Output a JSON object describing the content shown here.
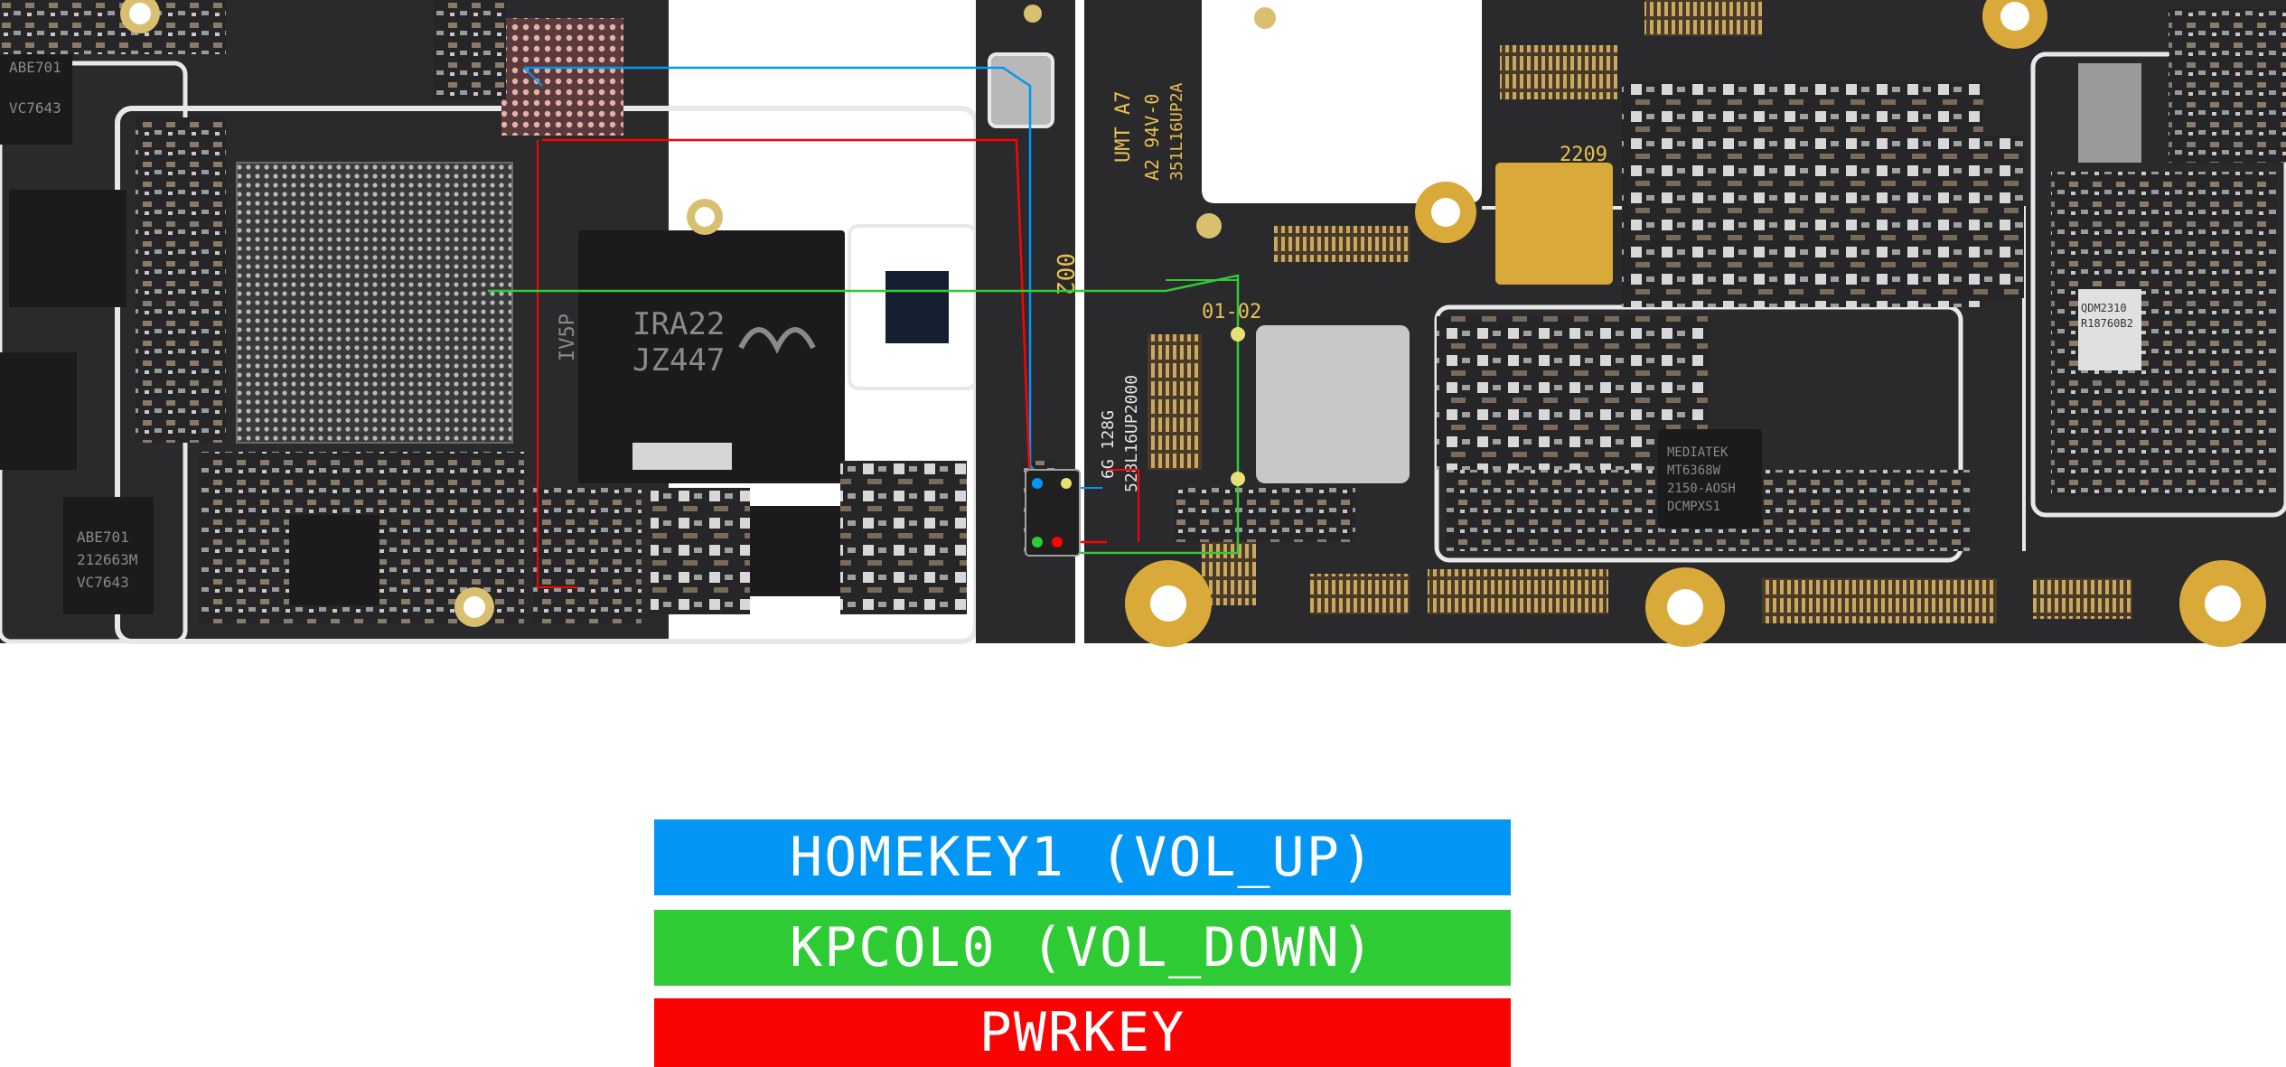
{
  "legend": {
    "items": [
      {
        "label": "HOMEKEY1 (VOL_UP)",
        "color": "#0396f4"
      },
      {
        "label": "KPCOL0 (VOL_DOWN)",
        "color": "#2fcb35"
      },
      {
        "label": "PWRKEY",
        "color": "#fb0303"
      }
    ]
  },
  "board": {
    "pcb_color": "#2a2a2c",
    "outline_color": "#e8e8e8",
    "pad_color": "#d9a93a",
    "silkscreen": {
      "code_2209": "2209",
      "code_0102": "01-02",
      "code_002": "002",
      "umt": "UMT A7",
      "rev": "A2 94V-0",
      "part": "351L16UP2A",
      "mem_6g": "6G 128G",
      "mem_part": "528L16UP2000",
      "chip_text_1": "IRA22",
      "chip_text_2": "JZ447",
      "chip_side": "IV5P",
      "mt_chip_1": "MEDIATEK",
      "mt_chip_2": "MT6368W",
      "mt_chip_3": "2150-AOSH",
      "mt_chip_4": "DCMPXS1",
      "chip_left_1": "VC7643",
      "chip_left_2": "212663M",
      "chip_left_3": "ABE701",
      "qdm": "QDM2310",
      "qdm_2": "R18760B2",
      "ab_mark": "ABE701"
    }
  }
}
